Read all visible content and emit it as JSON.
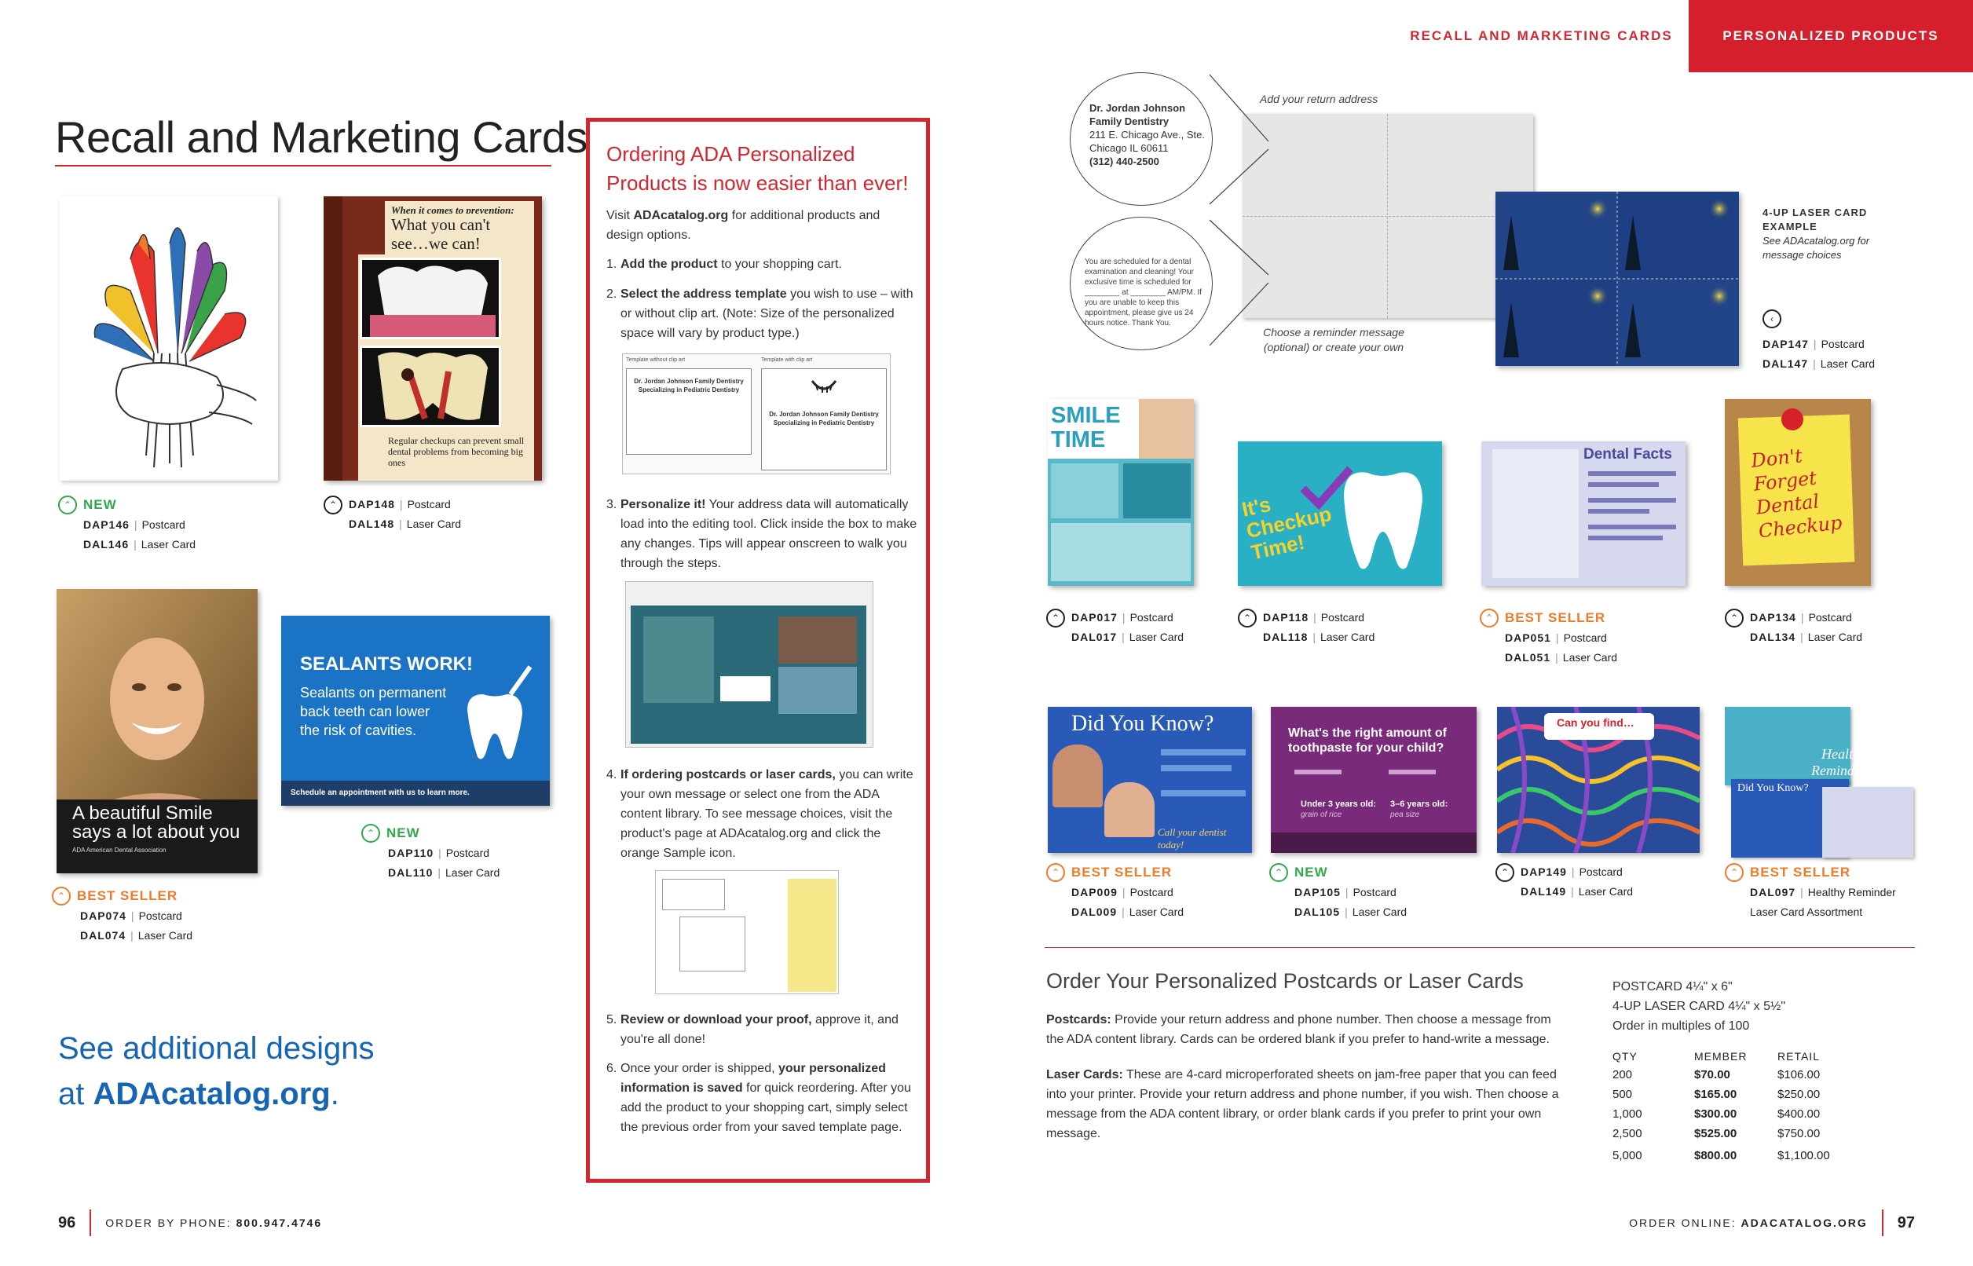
{
  "header": {
    "tab_recall": "RECALL AND MARKETING CARDS",
    "tab_personalized": "PERSONALIZED PRODUCTS"
  },
  "page_title": "Recall and Marketing Cards",
  "products": {
    "dap146": {
      "badge": "NEW",
      "line1_code": "DAP146",
      "line1_type": "Postcard",
      "line2_code": "DAL146",
      "line2_type": "Laser Card"
    },
    "dap148": {
      "line1_code": "DAP148",
      "line1_type": "Postcard",
      "line2_code": "DAL148",
      "line2_type": "Laser Card",
      "card_text_top": "When it comes to prevention:",
      "card_text_main": "What you can't see…we can!",
      "card_text_bottom": "Regular checkups can prevent small dental problems from becoming big ones"
    },
    "dap074": {
      "badge": "BEST SELLER",
      "line1_code": "DAP074",
      "line1_type": "Postcard",
      "line2_code": "DAL074",
      "line2_type": "Laser Card",
      "card_text": "A beautiful Smile says a lot about you",
      "card_small": "ADA American Dental Association"
    },
    "dap110": {
      "badge": "NEW",
      "line1_code": "DAP110",
      "line1_type": "Postcard",
      "line2_code": "DAL110",
      "line2_type": "Laser Card",
      "card_title": "SEALANTS WORK!",
      "card_body": "Sealants on permanent back teeth can lower the risk of cavities.",
      "card_footer": "Schedule an appointment with us to learn more."
    },
    "dap147": {
      "label_title": "4-UP LASER CARD EXAMPLE",
      "label_sub": "See ADAcatalog.org for message choices",
      "line1_code": "DAP147",
      "line1_type": "Postcard",
      "line2_code": "DAL147",
      "line2_type": "Laser Card"
    },
    "dap017": {
      "line1_code": "DAP017",
      "line1_type": "Postcard",
      "line2_code": "DAL017",
      "line2_type": "Laser Card",
      "card_text": "SMILE TIME"
    },
    "dap118": {
      "line1_code": "DAP118",
      "line1_type": "Postcard",
      "line2_code": "DAL118",
      "line2_type": "Laser Card",
      "card_text": "It's Checkup Time!"
    },
    "dap051": {
      "badge": "BEST SELLER",
      "line1_code": "DAP051",
      "line1_type": "Postcard",
      "line2_code": "DAL051",
      "line2_type": "Laser Card",
      "card_title": "Dental Facts"
    },
    "dap134": {
      "line1_code": "DAP134",
      "line1_type": "Postcard",
      "line2_code": "DAL134",
      "line2_type": "Laser Card",
      "card_text": "Don't Forget Dental Checkup"
    },
    "dap009": {
      "badge": "BEST SELLER",
      "line1_code": "DAP009",
      "line1_type": "Postcard",
      "line2_code": "DAL009",
      "line2_type": "Laser Card",
      "card_title": "Did You Know?",
      "card_footer": "Call your dentist today!"
    },
    "dap105": {
      "badge": "NEW",
      "line1_code": "DAP105",
      "line1_type": "Postcard",
      "line2_code": "DAL105",
      "line2_type": "Laser Card",
      "card_title": "What's the right amount of toothpaste for your child?",
      "card_age1": "Under 3 years old:",
      "card_age1_sub": "grain of rice",
      "card_age2": "3–6 years old:",
      "card_age2_sub": "pea size"
    },
    "dap149": {
      "line1_code": "DAP149",
      "line1_type": "Postcard",
      "line2_code": "DAL149",
      "line2_type": "Laser Card",
      "card_title": "Can you find…"
    },
    "dap097": {
      "badge": "BEST SELLER",
      "line1_code": "DAL097",
      "line1_type": "Healthy Reminder",
      "line2_text": "Laser Card Assortment",
      "card_title": "Healthy Reminder",
      "card_sub": "Did You Know?"
    }
  },
  "callout": {
    "return_address_label": "Add your return address",
    "address_lines": [
      "Dr. Jordan Johnson",
      "Family Dentistry",
      "211 E. Chicago Ave., Ste.",
      "Chicago IL 60611",
      "(312) 440-2500"
    ],
    "reminder_text": "You are scheduled for a dental examination and cleaning! Your exclusive time is scheduled for ________ at ________ AM/PM. If you are unable to keep this appointment, please give us 24 hours notice. Thank You.",
    "reminder_label": "Choose a reminder message (optional) or create your own"
  },
  "ordering": {
    "title": "Ordering ADA Personalized Products is now easier than ever!",
    "intro_pre": "Visit ",
    "intro_bold": "ADAcatalog.org",
    "intro_post": " for additional products and design options.",
    "step1_num": "1.",
    "step1_bold": "Add the product",
    "step1_rest": " to your shopping cart.",
    "step2_num": "2.",
    "step2_bold": "Select the address template",
    "step2_rest": " you wish to use – with or without clip art. (Note: Size of the personalized space will vary by product type.)",
    "step3_num": "3.",
    "step3_bold": "Personalize it!",
    "step3_rest": " Your address data will automatically load into the editing tool. Click inside the box to make any changes. Tips will appear onscreen to walk you through the steps.",
    "step4_num": "4.",
    "step4_bold": "If ordering postcards or laser cards,",
    "step4_rest": " you can write your own message or select one from the ADA content library. To see message choices, visit the product's page at ADAcatalog.org and click the orange Sample icon.",
    "step5_num": "5.",
    "step5_bold": "Review or download your proof,",
    "step5_rest": " approve it, and you're all done!",
    "step6_num": "6.",
    "step6_pre": "Once your order is shipped, ",
    "step6_bold": "your personalized information is saved",
    "step6_rest": " for quick reordering. After you add the product to your shopping cart, simply select the previous order from your saved template page.",
    "template_left_label": "Template without clip art",
    "template_right_label": "Template with clip art",
    "template_addr": "Dr. Jordan Johnson Family Dentistry Specializing in Pediatric Dentistry"
  },
  "see_more": {
    "line1": "See additional designs",
    "line2_pre": "at ",
    "line2_bold": "ADAcatalog.org",
    "line2_post": "."
  },
  "order_section": {
    "heading": "Order Your Personalized Postcards or Laser Cards",
    "postcards_bold": "Postcards:",
    "postcards_text": " Provide your return address and phone number. Then choose a message from the ADA content library. Cards can be ordered blank if you prefer to hand-write a message.",
    "laser_bold": "Laser Cards:",
    "laser_text": " These are 4-card microperforated sheets on jam-free paper that you can feed into your printer. Provide your return address and phone number, if you wish. Then choose a message from the ADA content library, or order blank cards if you prefer to print your own message.",
    "spec1": "POSTCARD 4¼\" x 6\"",
    "spec2": "4-UP LASER CARD 4¼\" x 5½\"",
    "spec3": "Order in multiples of 100",
    "table_headers": [
      "QTY",
      "MEMBER",
      "RETAIL"
    ],
    "table_rows": [
      [
        "200",
        "$70.00",
        "$106.00"
      ],
      [
        "500",
        "$165.00",
        "$250.00"
      ],
      [
        "1,000",
        "$300.00",
        "$400.00"
      ],
      [
        "2,500",
        "$525.00",
        "$750.00"
      ],
      [
        "5,000",
        "$800.00",
        "$1,100.00"
      ]
    ]
  },
  "footer": {
    "left_page": "96",
    "left_text_pre": "ORDER BY PHONE: ",
    "left_text_bold": "800.947.4746",
    "right_text_pre": "ORDER ONLINE: ",
    "right_text_bold": "ADACATALOG.ORG",
    "right_page": "97"
  },
  "colors": {
    "accent_red": "#d22630",
    "new_green": "#2eaa4a",
    "best_orange": "#ef7a2a",
    "link_blue": "#1565b4"
  }
}
